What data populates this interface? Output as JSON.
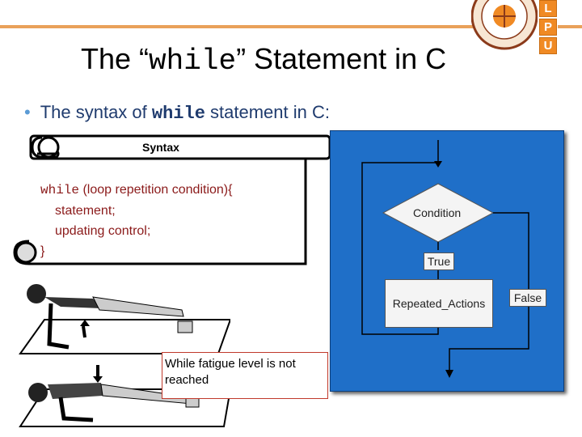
{
  "slide": {
    "title_pre": "The “",
    "title_kw": "while",
    "title_post": "” Statement in C",
    "bullet_pre": "The syntax of ",
    "bullet_kw": "while",
    "bullet_post": " statement in C:"
  },
  "logo": {
    "letters": [
      "L",
      "P",
      "U"
    ]
  },
  "syntax_box": {
    "header": "Syntax",
    "line1_kw": "while",
    "line1_rest": " (loop repetition condition){",
    "line2": "statement;",
    "line3": "updating control;",
    "line4": "}"
  },
  "flowchart": {
    "condition": "Condition",
    "true_label": "True",
    "action": "Repeated_Actions",
    "false_label": "False"
  },
  "note": {
    "text": "While fatigue level is not reached"
  },
  "colors": {
    "accent_line": "#e9a15a",
    "flow_bg": "#1f6fc8",
    "code_text": "#8b1a1a",
    "bullet_text": "#1f3b6e"
  }
}
